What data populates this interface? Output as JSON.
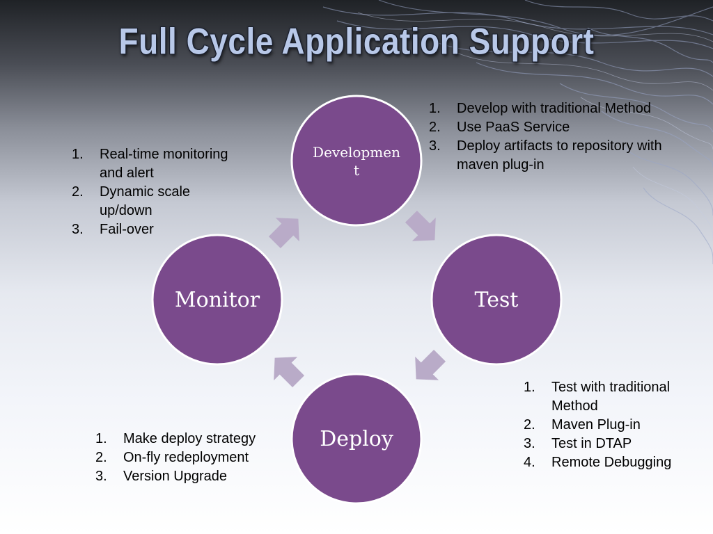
{
  "title": "Full Cycle Application Support",
  "nodes": {
    "development": "Development",
    "test": "Test",
    "deploy": "Deploy",
    "monitor": "Monitor"
  },
  "lists": {
    "development": [
      {
        "num": "1.",
        "text": "Develop with traditional Method"
      },
      {
        "num": "2.",
        "text": "Use PaaS Service"
      },
      {
        "num": "3.",
        "text": "Deploy artifacts to repository with maven plug-in"
      }
    ],
    "monitor": [
      {
        "num": "1.",
        "text": "Real-time monitoring and alert"
      },
      {
        "num": "2.",
        "text": "Dynamic scale up/down"
      },
      {
        "num": "3.",
        "text": "Fail-over"
      }
    ],
    "test": [
      {
        "num": "1.",
        "text": "Test with traditional Method"
      },
      {
        "num": "2.",
        "text": "Maven Plug-in"
      },
      {
        "num": "3.",
        "text": "Test in DTAP"
      },
      {
        "num": "4.",
        "text": "Remote Debugging"
      }
    ],
    "deploy": [
      {
        "num": "1.",
        "text": "Make deploy strategy"
      },
      {
        "num": "2.",
        "text": "On-fly redeployment"
      },
      {
        "num": "3.",
        "text": "Version Upgrade"
      }
    ]
  },
  "colors": {
    "node_fill": "#7a4a8c",
    "node_stroke": "#ffffff",
    "arrow_fill": "#b9abc8",
    "title": "#b8c8e8"
  }
}
